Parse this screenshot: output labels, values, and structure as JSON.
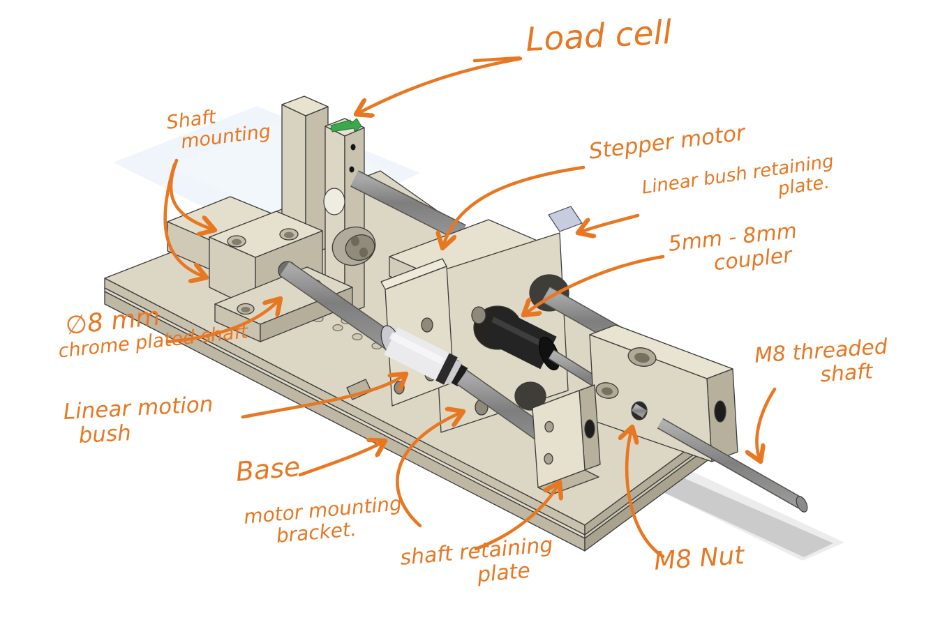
{
  "figure": {
    "type": "annotated-cad-assembly",
    "background": "#ffffff",
    "illustration_name": "linear-actuator-test-rig-isometric-view"
  },
  "colors": {
    "annotation_orange": "#e87722",
    "part_beige_top": "#e7e2d0",
    "part_beige_side": "#c7c1ad",
    "shaft_gray": "#8a8a8a",
    "coupler_black": "#242424",
    "bush_white": "#ebebee",
    "motor_lavender": "#c7ccdf",
    "load_cell_marker_green": "#3fa64d",
    "ground_shadow_gray": "#c6c6c6"
  },
  "annotations": {
    "load_cell": {
      "text": "Load cell"
    },
    "shaft_mounting": {
      "line1": "Shaft",
      "line2": "mounting"
    },
    "stepper_motor": {
      "text": "Stepper motor"
    },
    "linear_bush_retaining_plate": {
      "line1": "Linear bush retaining",
      "line2": "plate."
    },
    "coupler": {
      "line1": "5mm - 8mm",
      "line2": "coupler"
    },
    "shaft_diameter": {
      "line1": "∅8 mm",
      "line2": "chrome plated shaft"
    },
    "linear_motion_bush": {
      "line1": "Linear motion",
      "line2": "bush"
    },
    "base": {
      "text": "Base"
    },
    "motor_mounting_bracket": {
      "line1": "motor mounting",
      "line2": "bracket."
    },
    "shaft_retaining_plate": {
      "line1": "shaft retaining",
      "line2": "plate"
    },
    "m8_nut": {
      "text": "M8 Nut"
    },
    "m8_threaded_shaft": {
      "line1": "M8 threaded",
      "line2": "shaft"
    }
  }
}
